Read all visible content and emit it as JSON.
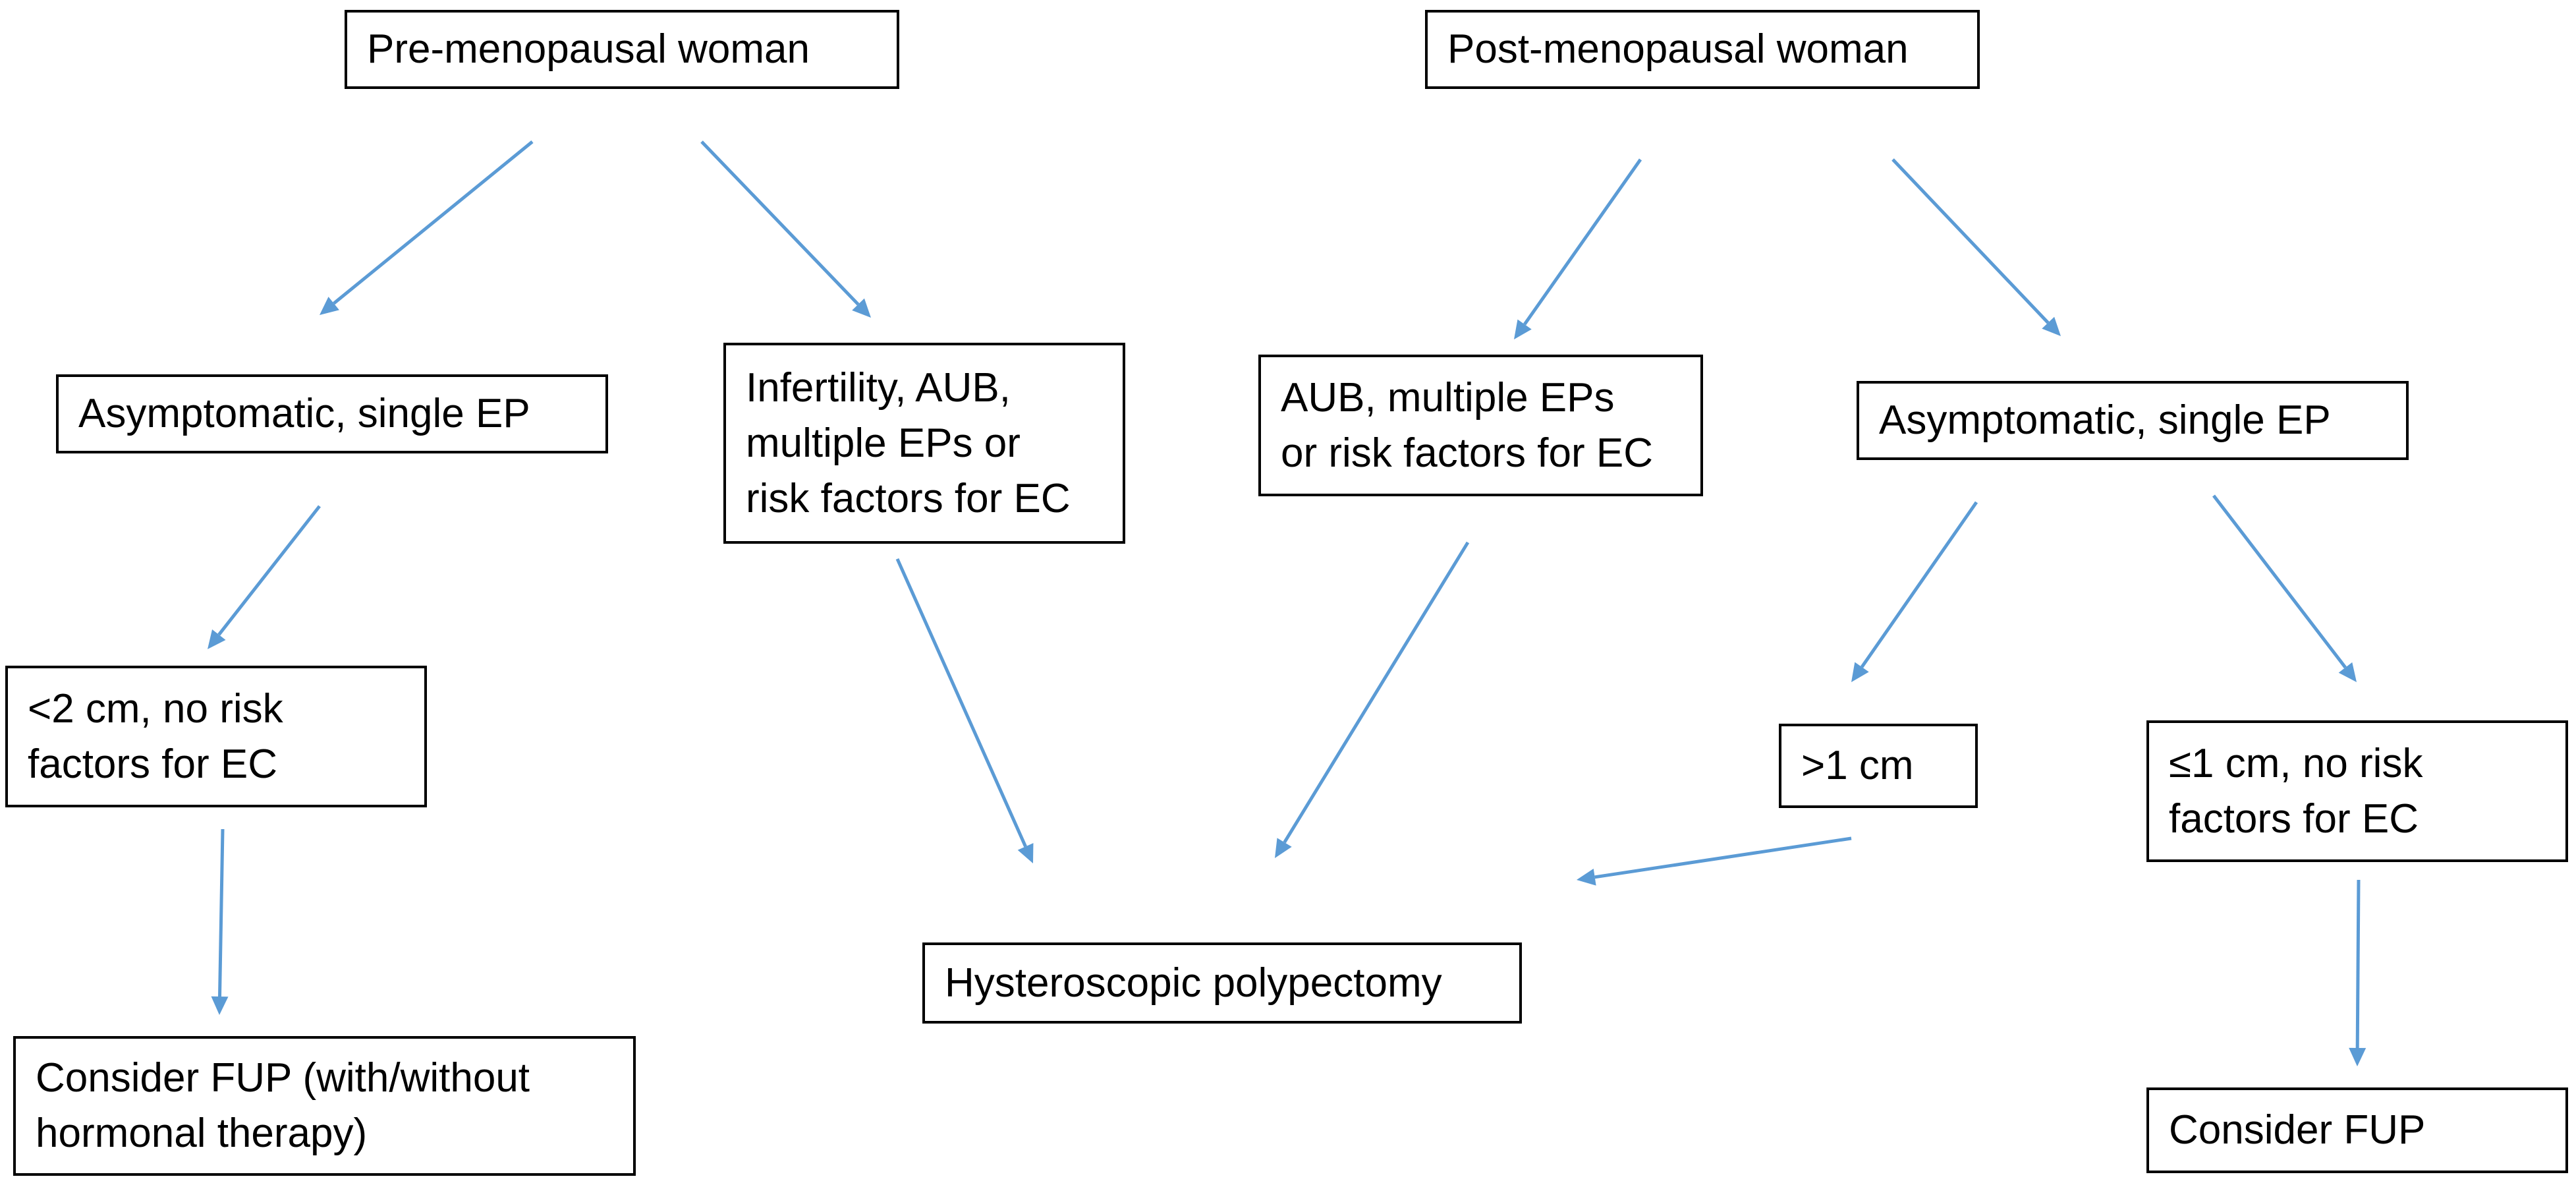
{
  "diagram": {
    "type": "flowchart",
    "colors": {
      "arrow": "#5b9bd5",
      "box_border": "#000000",
      "text": "#000000",
      "background": "#ffffff"
    },
    "nodes": {
      "pre_menopausal": "Pre-menopausal woman",
      "post_menopausal": "Post-menopausal woman",
      "pre_asymptomatic": "Asymptomatic, single EP",
      "pre_symptomatic": "Infertility, AUB,\nmultiple EPs or\nrisk factors for EC",
      "post_symptomatic": "AUB, multiple EPs\nor risk factors for EC",
      "post_asymptomatic": "Asymptomatic, single EP",
      "pre_small": "<2 cm, no risk\nfactors for EC",
      "post_large": ">1 cm",
      "post_small": "≤1 cm, no risk\nfactors for EC",
      "polypectomy": "Hysteroscopic polypectomy",
      "pre_followup": "Consider FUP (with/without\nhormonal therapy)",
      "post_followup": "Consider FUP"
    },
    "edges": [
      {
        "from": "pre_menopausal",
        "to": "pre_asymptomatic"
      },
      {
        "from": "pre_menopausal",
        "to": "pre_symptomatic"
      },
      {
        "from": "post_menopausal",
        "to": "post_symptomatic"
      },
      {
        "from": "post_menopausal",
        "to": "post_asymptomatic"
      },
      {
        "from": "pre_asymptomatic",
        "to": "pre_small"
      },
      {
        "from": "pre_small",
        "to": "pre_followup"
      },
      {
        "from": "pre_symptomatic",
        "to": "polypectomy"
      },
      {
        "from": "post_symptomatic",
        "to": "polypectomy"
      },
      {
        "from": "post_asymptomatic",
        "to": "post_large"
      },
      {
        "from": "post_asymptomatic",
        "to": "post_small"
      },
      {
        "from": "post_large",
        "to": "polypectomy"
      },
      {
        "from": "post_small",
        "to": "post_followup"
      }
    ]
  }
}
